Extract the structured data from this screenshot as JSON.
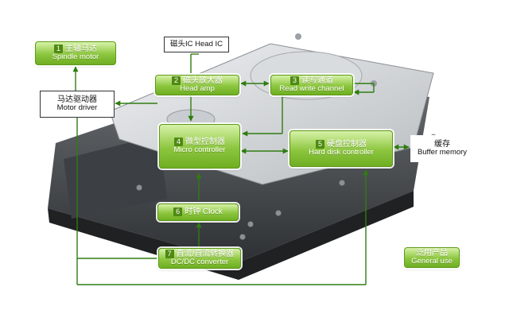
{
  "nodes": {
    "spindle_motor": {
      "num": "1",
      "zh": "主轴马达",
      "en": "Spindle motor"
    },
    "head_ic": {
      "text": "磁头IC  Head IC"
    },
    "head_amp": {
      "num": "2",
      "zh": "磁头放大器",
      "en": "Head amp"
    },
    "read_write": {
      "num": "3",
      "zh": "读写通道",
      "en": "Read write channel"
    },
    "motor_driver": {
      "zh": "马达驱动器",
      "en": "Motor driver"
    },
    "micro_ctrl": {
      "num": "4",
      "zh": "微型控制器",
      "en": "Micro controller"
    },
    "hdd_ctrl": {
      "num": "5",
      "zh": "硬盘控制器",
      "en": "Hard disk controller"
    },
    "buffer": {
      "zh": "缓存",
      "en": "Buffer memory"
    },
    "clock": {
      "num": "6",
      "zh": "时钟",
      "en": "Clock"
    },
    "dcdc": {
      "num": "7",
      "zh": "直流/直流转换器",
      "en": "DC/DC converter"
    },
    "general": {
      "zh": "泛用产品",
      "en": "General use"
    }
  },
  "colors": {
    "green": "#8cc63f",
    "green_dark": "#4f8a12",
    "line": "#2e7d10"
  }
}
